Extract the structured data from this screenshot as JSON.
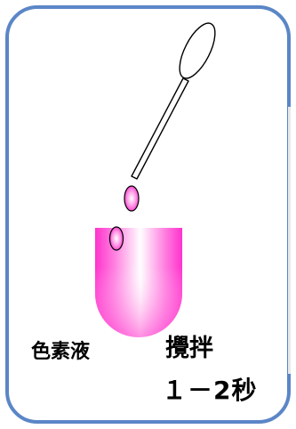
{
  "labels": {
    "dye_solution": "色素液",
    "stir": "攪拌",
    "duration": "１－2秒"
  },
  "colors": {
    "frame_border": "#5b86c7",
    "frame_fill": "#ffffff",
    "liquid_magenta": "#ff33cc",
    "liquid_highlight": "#ffffff",
    "outline": "#000000"
  }
}
